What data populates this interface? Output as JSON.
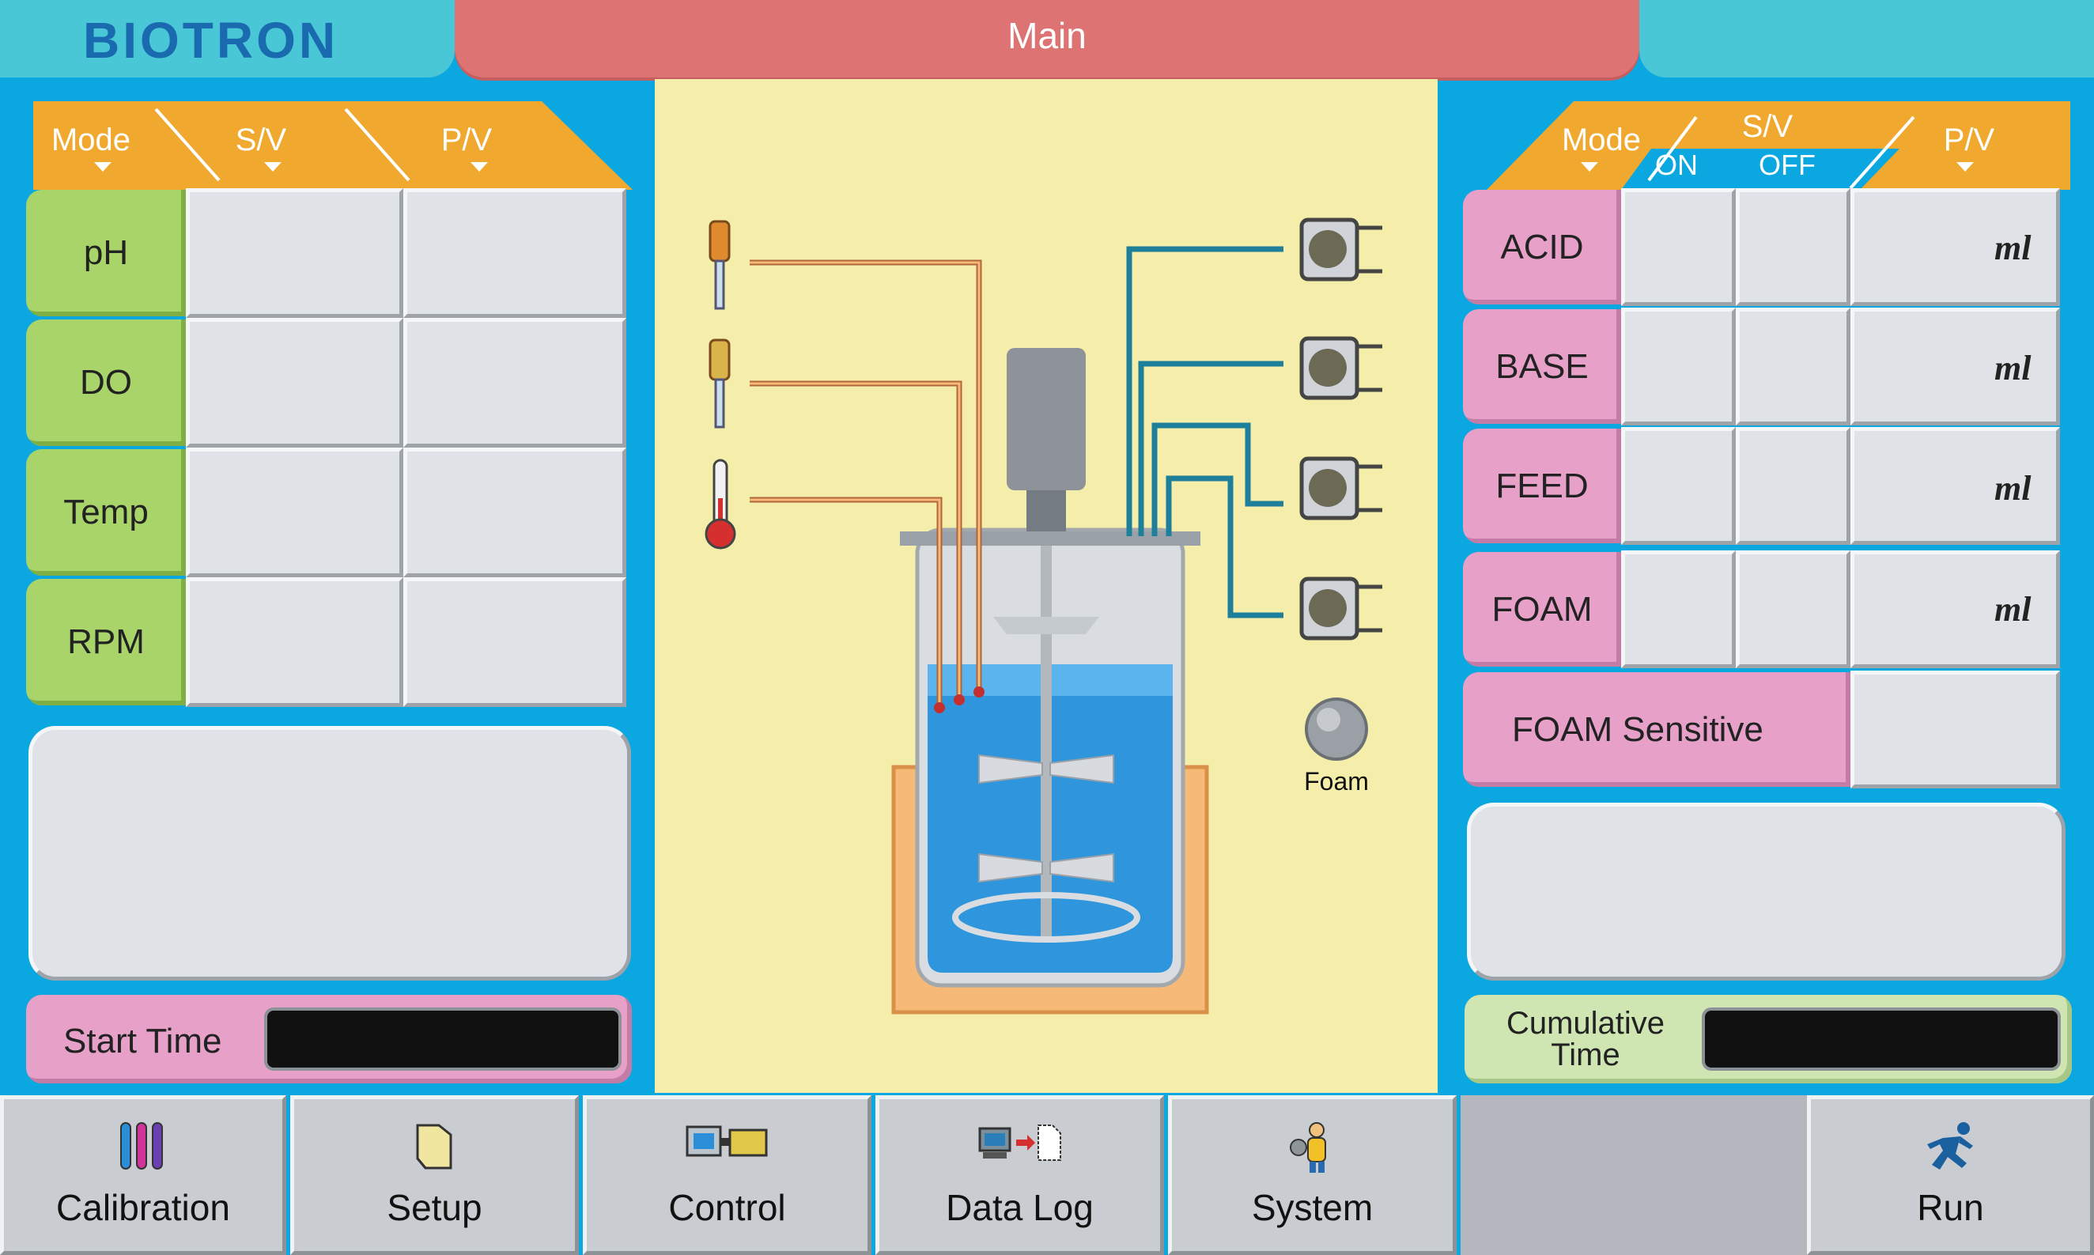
{
  "header": {
    "logo": "BIOTRON",
    "title": "Main"
  },
  "left": {
    "columns": {
      "mode": "Mode",
      "sv": "S/V",
      "pv": "P/V"
    },
    "rows": [
      {
        "label": "pH"
      },
      {
        "label": "DO"
      },
      {
        "label": "Temp"
      },
      {
        "label": "RPM"
      }
    ],
    "start_time_label": "Start Time",
    "start_time_value": ""
  },
  "right": {
    "columns": {
      "mode": "Mode",
      "sv": "S/V",
      "on": "ON",
      "off": "OFF",
      "pv": "P/V"
    },
    "rows": [
      {
        "label": "ACID",
        "unit": "ml"
      },
      {
        "label": "BASE",
        "unit": "ml"
      },
      {
        "label": "FEED",
        "unit": "ml"
      },
      {
        "label": "FOAM",
        "unit": "ml"
      }
    ],
    "foam_sensitive_label": "FOAM Sensitive",
    "cumulative_time_label_1": "Cumulative",
    "cumulative_time_label_2": "Time",
    "cumulative_time_value": ""
  },
  "diagram": {
    "foam_label": "Foam"
  },
  "toolbar": {
    "calibration": "Calibration",
    "setup": "Setup",
    "control": "Control",
    "data_log": "Data Log",
    "system": "System",
    "run": "Run"
  },
  "colors": {
    "background": "#0aa7e0",
    "header_tab": "#49c7d6",
    "main_tab": "#de7374",
    "orange": "#f0a82e",
    "green_label": "#a8d46a",
    "pink_label": "#e7a1c9",
    "diagram_bg": "#f4eeaa"
  }
}
